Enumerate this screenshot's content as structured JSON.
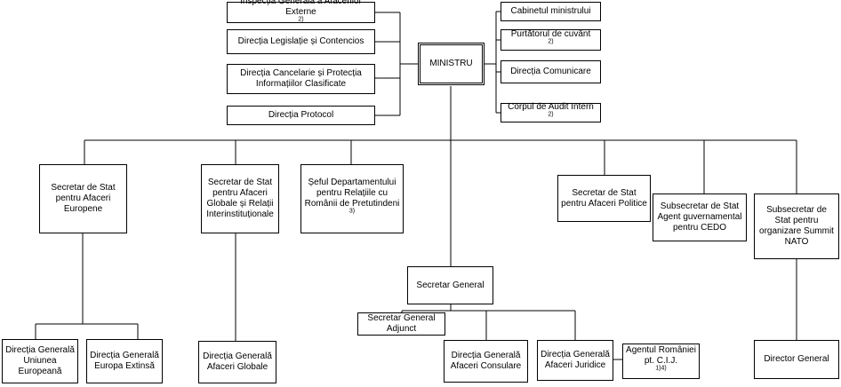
{
  "minister": "MINISTRU",
  "left_units": [
    {
      "text": "Inspecția Generală a Afacerilor Externe",
      "note": "2)"
    },
    {
      "text": "Direcția Legislație și Contencios",
      "note": ""
    },
    {
      "text": "Direcția Cancelarie și Protecția Informațiilor Clasificate",
      "note": ""
    },
    {
      "text": "Direcția Protocol",
      "note": ""
    }
  ],
  "right_units": [
    {
      "text": "Cabinetul ministrului",
      "note": ""
    },
    {
      "text": "Purtătorul de cuvânt",
      "note": "2)"
    },
    {
      "text": "Direcția Comunicare",
      "note": ""
    },
    {
      "text": "Corpul de Audit Intern",
      "note": "2)"
    }
  ],
  "top_level": [
    {
      "text": "Secretar de Stat pentru Afaceri Europene",
      "note": ""
    },
    {
      "text": "Secretar de Stat pentru Afaceri Globale și Relații Interinstituționale",
      "note": ""
    },
    {
      "text": "Șeful Departamentului pentru Relațiile cu Românii de Pretutindeni",
      "note": "3)"
    },
    {
      "text": "Secretar de Stat pentru Afaceri Politice",
      "note": ""
    },
    {
      "text": "Subsecretar de Stat Agent guvernamental pentru CEDO",
      "note": ""
    },
    {
      "text": "Subsecretar de Stat pentru organizare Summit NATO",
      "note": ""
    }
  ],
  "secretary_general": "Secretar General",
  "sg_units": [
    {
      "text": "Secretar General Adjunct",
      "note": ""
    },
    {
      "text": "Direcția Generală Afaceri Consulare",
      "note": ""
    },
    {
      "text": "Direcția Generală Afaceri Juridice",
      "note": ""
    },
    {
      "text": "Agentul României pt. C.I.J.",
      "note": "1)4)"
    }
  ],
  "bottom_units": [
    {
      "text": "Direcția Generală Uniunea Europeană",
      "note": ""
    },
    {
      "text": "Direcția Generală Europa Extinsă",
      "note": ""
    },
    {
      "text": "Direcția Generală Afaceri Globale",
      "note": ""
    },
    {
      "text": "Director General",
      "note": ""
    }
  ]
}
